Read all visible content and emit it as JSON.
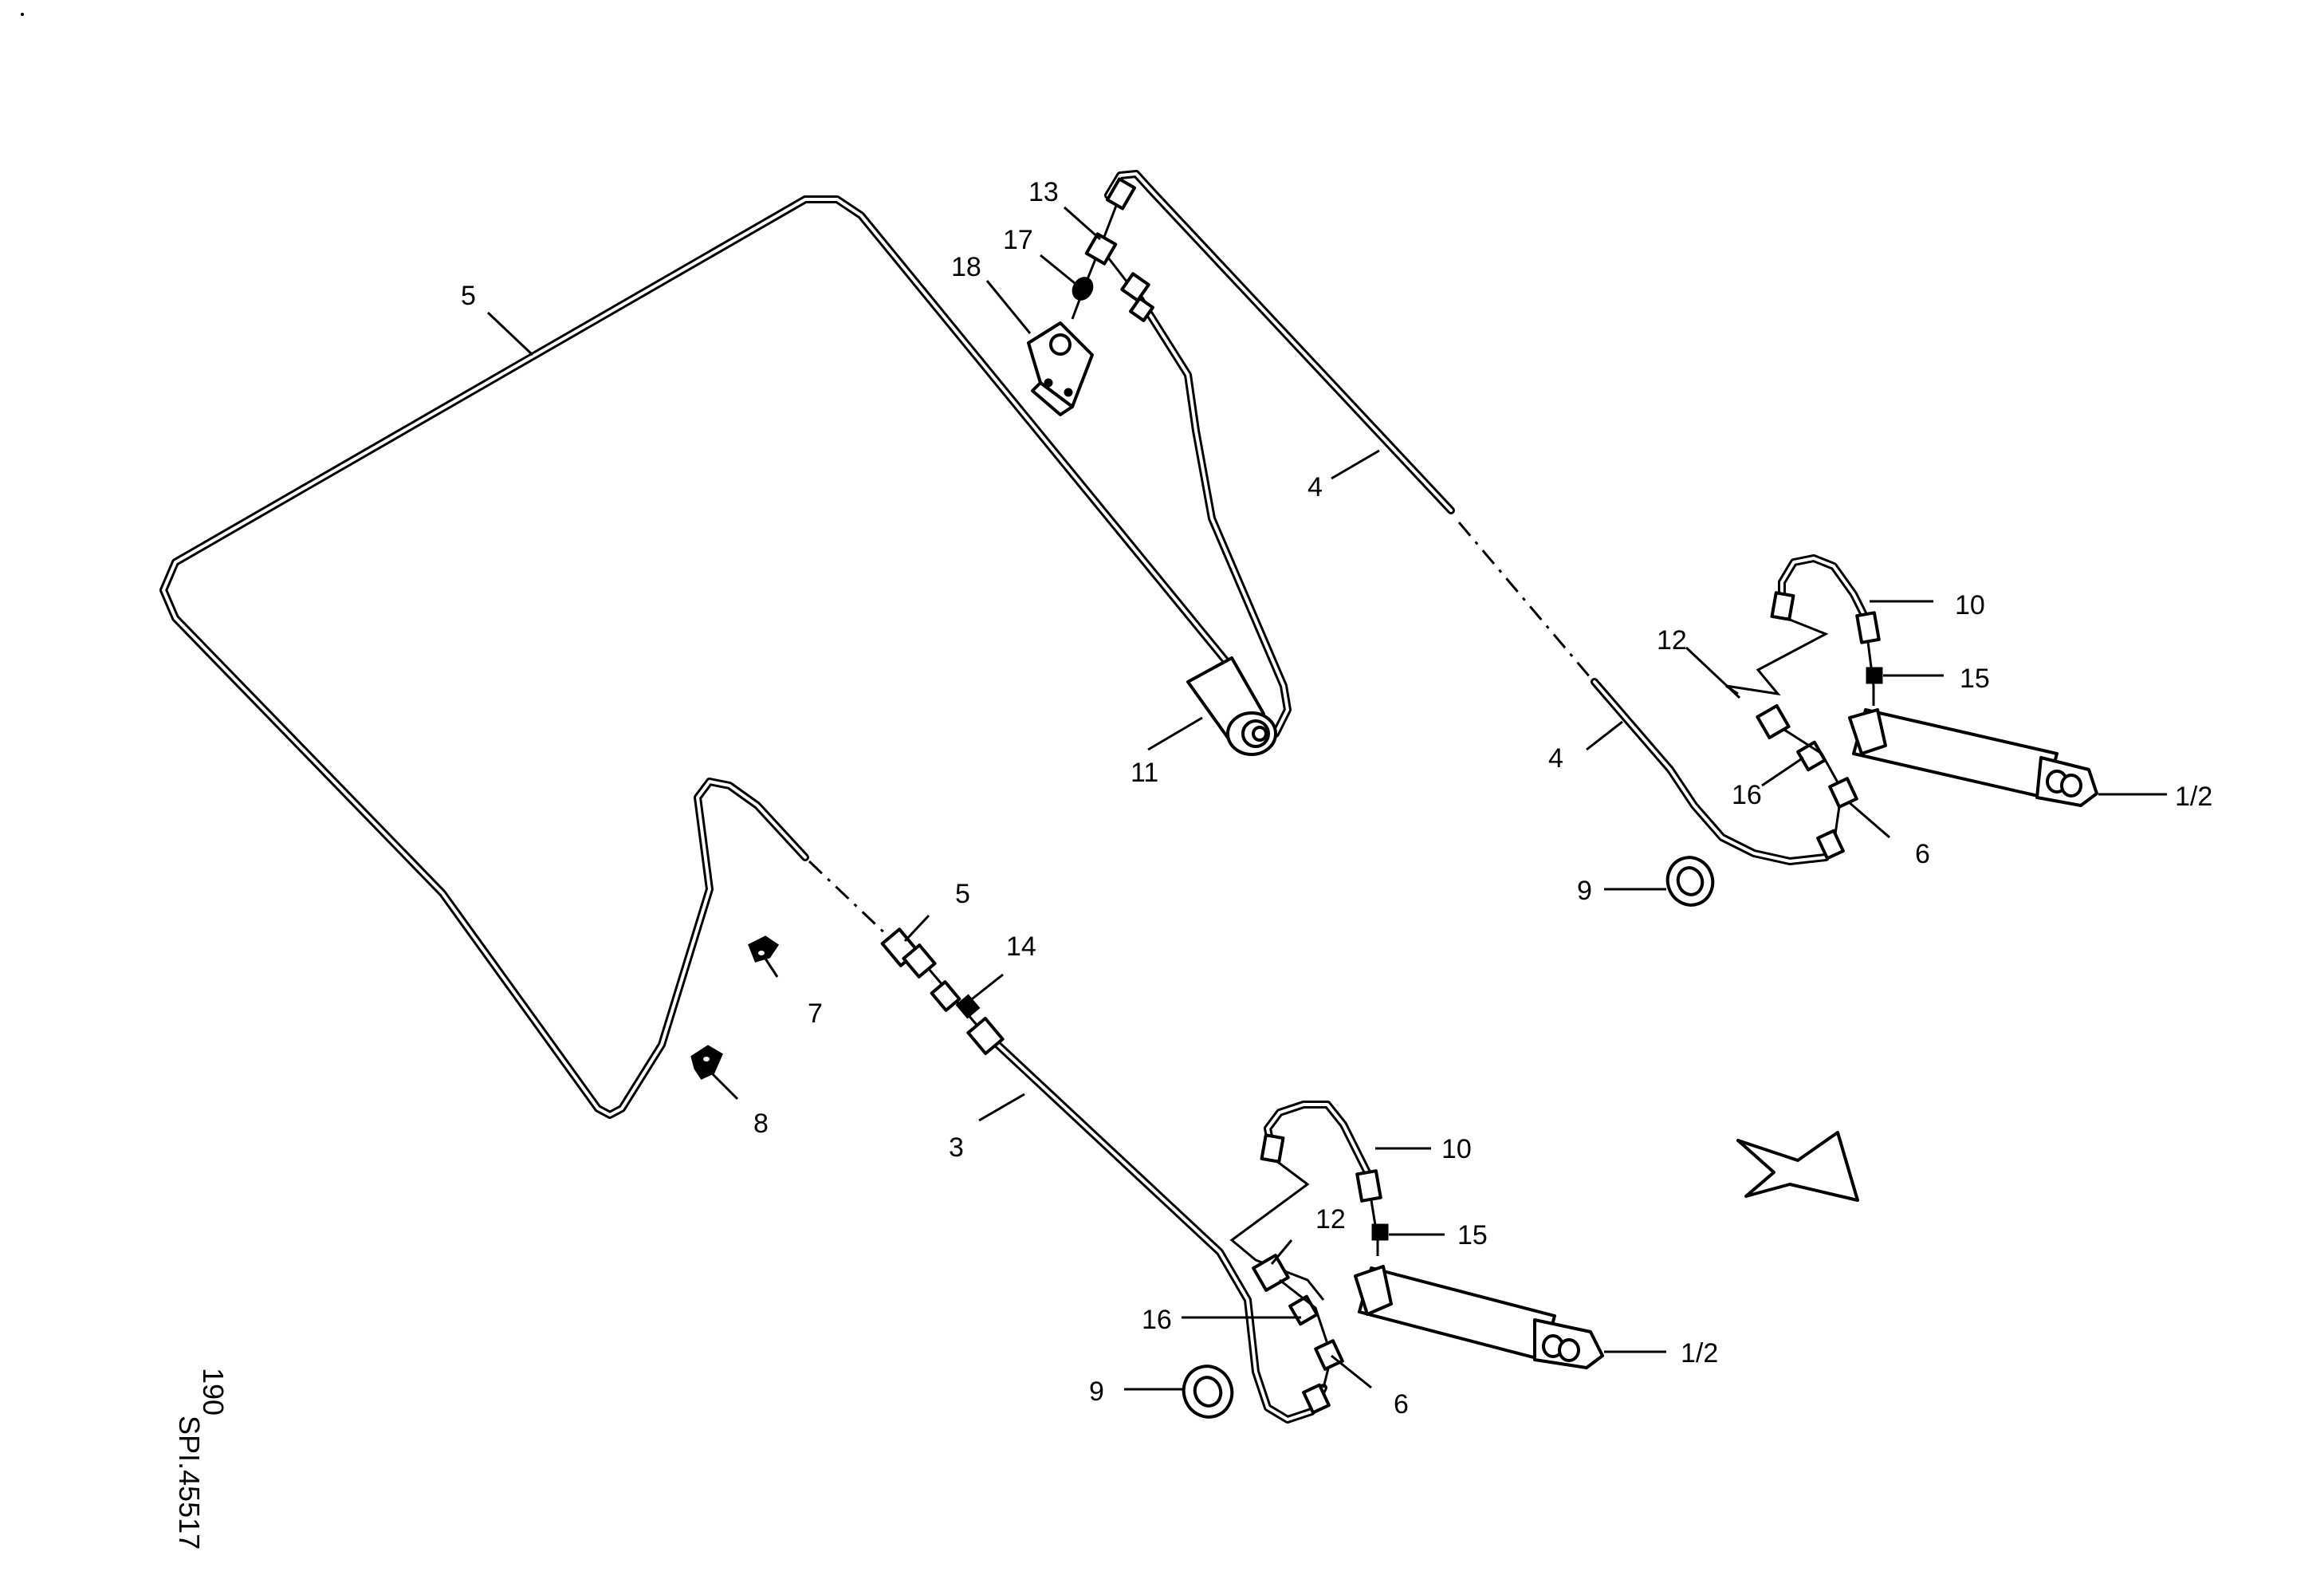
{
  "drawing": {
    "sheet_number": "190",
    "drawing_code": "SPI.45517"
  },
  "callouts": {
    "c5_top": "5",
    "c13": "13",
    "c17": "17",
    "c18": "18",
    "c4_upper": "4",
    "c4_lower": "4",
    "c11": "11",
    "c10_right": "10",
    "c12_right": "12",
    "c15_right": "15",
    "c16_right": "16",
    "c6_right": "6",
    "c1_2_right": "1/2",
    "c9_right": "9",
    "c5_mid": "5",
    "c14": "14",
    "c7": "7",
    "c8": "8",
    "c3": "3",
    "c10_lower": "10",
    "c12_lower": "12",
    "c15_lower": "15",
    "c16_lower": "16",
    "c6_lower": "6",
    "c1_2_lower": "1/2",
    "c9_lower": "9"
  }
}
